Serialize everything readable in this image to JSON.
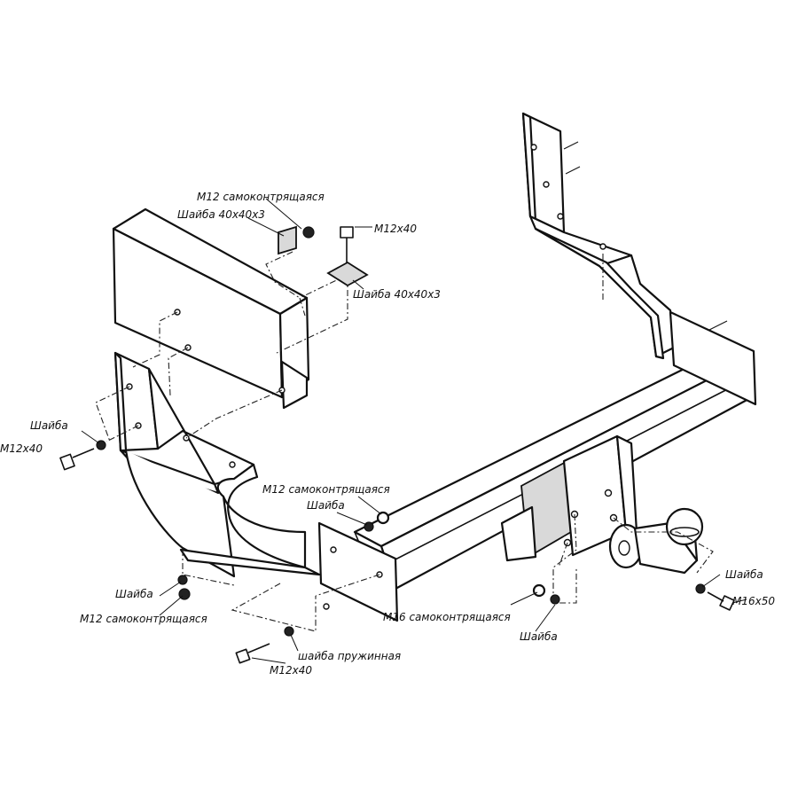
{
  "labels": {
    "m12_nut_top": "M12  самоконтрящаяся",
    "washer_40_top": "Шайба  40x40x3",
    "bolt_m12x40_top": "M12x40",
    "washer_40_mid": "Шайба  40x40x3",
    "washer_left": "Шайба",
    "bolt_m12x40_left": "M12x40",
    "m12_nut_center": "M12  самоконтрящаяся",
    "washer_center": "Шайба",
    "washer_bottom_left": "Шайба",
    "m12_nut_bottom_left": "M12  самоконтрящаяся",
    "spring_washer": "шайба  пружинная",
    "bolt_m12x40_bottom": "M12x40",
    "m16_nut": "M16  самоконтрящаяся",
    "washer_m16": "Шайба",
    "washer_right": "Шайба",
    "bolt_m16x50": "M16x50"
  }
}
